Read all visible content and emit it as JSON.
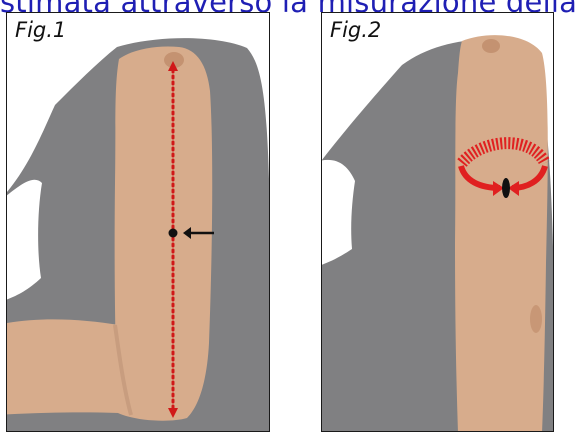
{
  "caption": {
    "text": "stimata attraverso la misurazione della c"
  },
  "figures": [
    {
      "label": "Fig.1",
      "overlay": "dotted vertical measurement line from shoulder to elbow with midpoint dot and arrow",
      "overlay_color": "#d01818",
      "marker_color": "#111111"
    },
    {
      "label": "Fig.2",
      "overlay": "curved measuring tape around upper arm with two arrows pointing to center dot",
      "overlay_color": "#e02020",
      "marker_color": "#111111"
    }
  ],
  "colors": {
    "caption": "#1f1fb4",
    "shirt": "#808082",
    "skin": "#d7ac8c",
    "skin_shadow": "#b57e5b",
    "border": "#1a1a1a"
  }
}
